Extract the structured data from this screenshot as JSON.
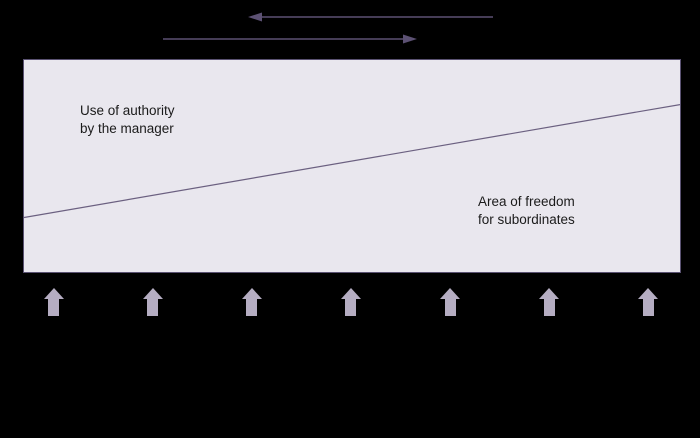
{
  "colors": {
    "background": "#000000",
    "box_fill": "#e9e7ee",
    "box_border": "#5a5272",
    "diagonal_line": "#6b6080",
    "top_arrow": "#5c5173",
    "bottom_arrow": "#b5adc2",
    "label_text": "#1b1b1b"
  },
  "diagram": {
    "box": {
      "authority_label": "Use of authority\nby the manager",
      "freedom_label": "Area of freedom\nfor subordinates"
    },
    "icons": {
      "top_left_arrow": "arrow-left-icon",
      "top_right_arrow": "arrow-right-icon",
      "bottom_arrow": "arrow-up-icon"
    },
    "up_arrow_count": 7
  }
}
